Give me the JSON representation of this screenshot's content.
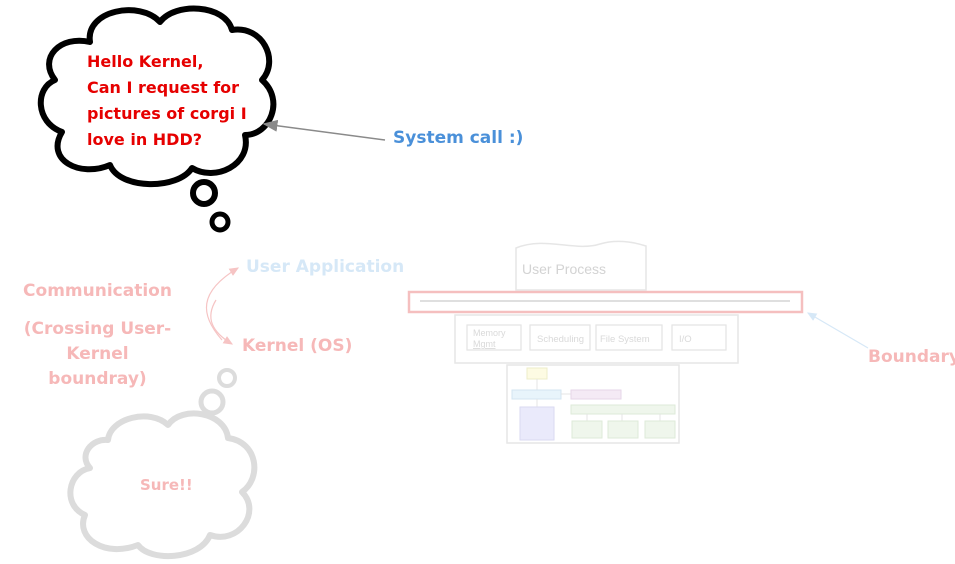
{
  "thought_bubble": {
    "lines": [
      "Hello Kernel,",
      "Can I request for",
      "pictures of corgi I",
      "love in HDD?"
    ]
  },
  "system_call_label": "System call :)",
  "communication": {
    "title": "Communication",
    "subtitle": [
      "(Crossing User-Kernel",
      "boundray)"
    ]
  },
  "user_application_label": "User Application",
  "kernel_label": "Kernel (OS)",
  "boundary_label": "Boundary",
  "reply_bubble": {
    "text": "Sure!!"
  },
  "os_diagram": {
    "user_process_label": "User Process",
    "kernel_modules": [
      "Memory Mgmt",
      "Scheduling",
      "File System",
      "I/O"
    ]
  },
  "colors": {
    "request_text": "#e60000",
    "system_call": "#4a90d9",
    "faded_red": "#f6b8b8",
    "faded_blue": "#d6e8f7",
    "arrow": "#8a8a8a"
  }
}
